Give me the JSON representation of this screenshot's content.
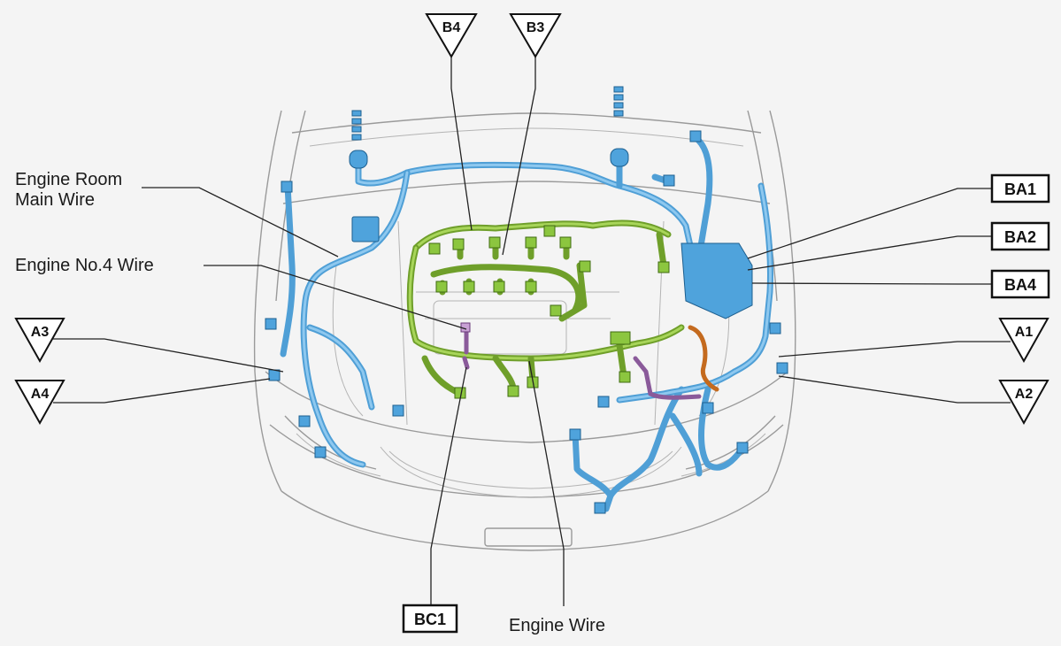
{
  "labels": {
    "engine_room_main_wire": [
      "Engine Room",
      "Main Wire"
    ],
    "engine_no4_wire": "Engine No.4 Wire",
    "engine_wire": "Engine Wire"
  },
  "tags": {
    "b4": "B4",
    "b3": "B3",
    "ba1": "BA1",
    "ba2": "BA2",
    "ba4": "BA4",
    "a1": "A1",
    "a2": "A2",
    "a3": "A3",
    "a4": "A4",
    "bc1": "BC1"
  },
  "colors": {
    "engine_room_main_wire": "#4f9fd6",
    "engine_wire": "#8cc63f",
    "engine_no4_wire": "#8a5a9a",
    "accent_wire": "#c46a1e",
    "outline": "#9a9a9a"
  }
}
